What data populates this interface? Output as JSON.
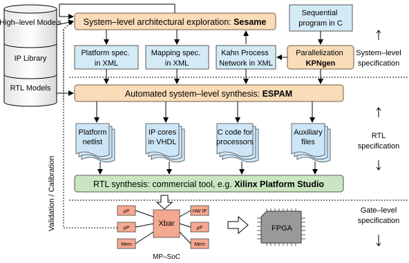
{
  "library": {
    "items": [
      "High–level Models",
      "IP Library",
      "RTL Models"
    ]
  },
  "sesame": {
    "prefix": "System–level architectural exploration: ",
    "bold": "Sesame"
  },
  "sequential": {
    "line1": "Sequential",
    "line2": "program in C"
  },
  "kpngen": {
    "line1": "Parallelization",
    "line2": "KPNgen"
  },
  "specs": {
    "platform": {
      "line1": "Platform spec.",
      "line2": "in XML"
    },
    "mapping": {
      "line1": "Mapping spec.",
      "line2": "in XML"
    },
    "kahn": {
      "line1": "Kahn Process",
      "line2": "Network in XML"
    }
  },
  "espam": {
    "prefix": "Automated system–level synthesis: ",
    "bold": "ESPAM"
  },
  "docs": [
    {
      "line1": "Platform",
      "line2": "netlist"
    },
    {
      "line1": "IP cores",
      "line2": "in VHDL"
    },
    {
      "line1": "C code for",
      "line2": "processors"
    },
    {
      "line1": "Auxiliary",
      "line2": "files"
    }
  ],
  "rtl_synth": {
    "prefix": "RTL synthesis: commercial tool, e.g. ",
    "bold": "Xilinx Platform Studio"
  },
  "soc": {
    "xbar": "Xbar",
    "left": [
      "µP",
      "µP",
      "Mem"
    ],
    "right": [
      "HW IP",
      "µP",
      "Mem"
    ],
    "caption": "MP–SoC"
  },
  "fpga": "FPGA",
  "validation": "Validation / Calibration",
  "levels": [
    {
      "line1": "System–level",
      "line2": "specification"
    },
    {
      "line1": "RTL",
      "line2": "specification"
    },
    {
      "line1": "Gate–level",
      "line2": "specification"
    }
  ],
  "colors": {
    "orange_box": "#f9dcb8",
    "blue_box": "#d4eaf7",
    "green_box": "#c9e6c0",
    "soc_block": "#f5a890",
    "fpga_chip": "#999999"
  }
}
